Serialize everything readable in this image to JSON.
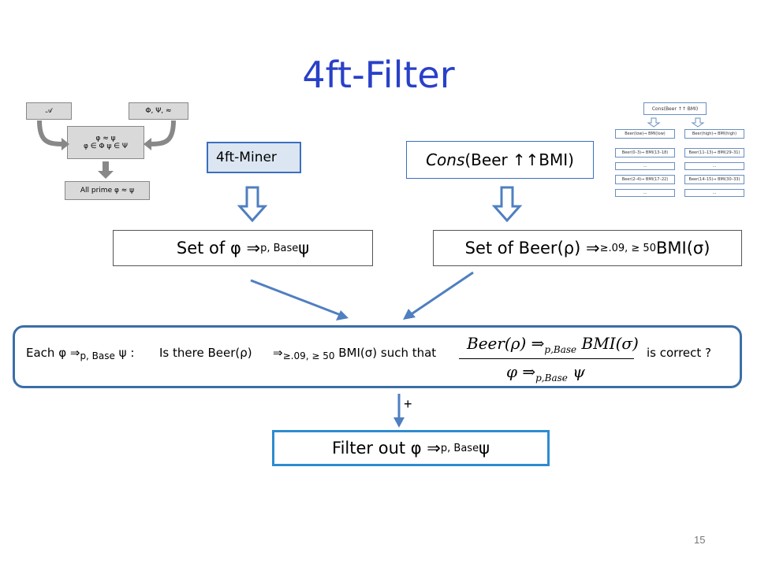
{
  "title": "4ft-Filter",
  "miner_label": "4ft-Miner",
  "cons": {
    "prefix": "Cons",
    "text": "(Beer",
    "arrows": "↑↑",
    "suffix": " BMI)"
  },
  "set_phi": {
    "prefix": "Set of  φ ⇒",
    "sub": "p, Base",
    "suffix": " ψ"
  },
  "set_beer": {
    "prefix": "Set of Beer(ρ)  ⇒",
    "sub": "≥.09, ≥ 50",
    "suffix": " BMI(σ)"
  },
  "question": {
    "part1": "Each φ ⇒",
    "part1_sub": "p, Base",
    "part1_end": " ψ :",
    "part2": "Is there Beer(ρ)",
    "part3": "⇒",
    "part3_sub": "≥.09, ≥ 50",
    "part3_end": " BMI(σ)  such that",
    "part4": "is correct  ?"
  },
  "fraction": {
    "num_left": "Beer(ρ) ⇒",
    "num_sub": "p,Base",
    "num_right": " BMI(σ)",
    "den_left": "φ ⇒",
    "den_sub": "p,Base",
    "den_right": " ψ"
  },
  "plus": "+",
  "filter": {
    "prefix": "Filter out φ ⇒",
    "sub": "p, Base",
    "suffix": " ψ"
  },
  "page_number": "15",
  "left_thumb": {
    "box_a": "𝒜",
    "box_b": "Φ, Ψ, ≈",
    "box_c1": "φ ≈ ψ",
    "box_c2": "φ ∈ Φ   ψ ∈ Ψ",
    "box_d": "All prime φ ≈ ψ"
  },
  "right_thumb": {
    "top": "Cons(Beer ↑↑ BMI)",
    "rows": [
      [
        "Beer(low)⇒ BMI(low)",
        "Beer(high)⇒ BMI(high)"
      ],
      [
        "Beer(0–3)⇒ BMI(13–18)",
        "Beer(11–13)⇒ BMI(29–31)"
      ],
      [
        "...",
        "..."
      ],
      [
        "Beer(2–4)⇒ BMI(17–22)",
        "Beer(14–15)⇒ BMI(30–33)"
      ],
      [
        "...",
        "..."
      ]
    ]
  },
  "colors": {
    "title": "#2940c8",
    "accent": "#3b6ea8",
    "arrow": "#4f7fc0"
  }
}
